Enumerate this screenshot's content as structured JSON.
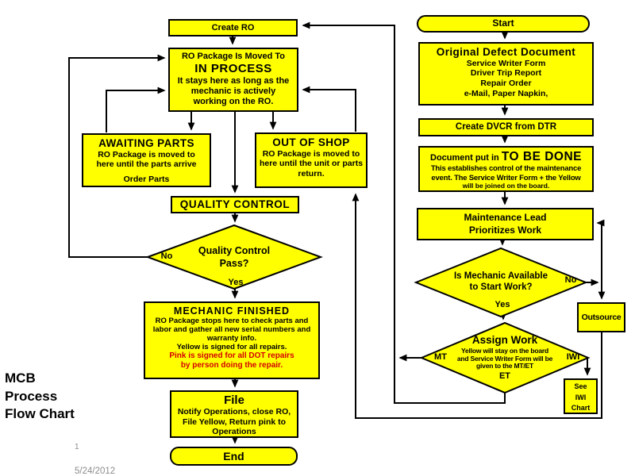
{
  "slide": {
    "title_lines": [
      "MCB",
      "Process",
      "Flow Chart"
    ],
    "page_number": "1",
    "date": "5/24/2012"
  },
  "colors": {
    "node_fill": "#FFFF00",
    "node_border": "#000000",
    "text": "#000000",
    "warning_text": "#D40000",
    "muted_text": "#8C8C8C",
    "background": "#FFFFFF"
  },
  "nodes": {
    "start": {
      "label": "Start"
    },
    "original_defect": {
      "title": "Original Defect Document",
      "lines": [
        "Service Writer Form",
        "Driver Trip Report",
        "Repair Order",
        "e-Mail, Paper Napkin,"
      ]
    },
    "create_dvcr": {
      "label": "Create DVCR from DTR"
    },
    "to_be_done": {
      "prefix": "Document put in ",
      "title": "TO BE DONE",
      "body_lines": [
        "This establishes control of the maintenance",
        "event. The Service Writer Form + the Yellow"
      ],
      "footnote": "will be joined on the board."
    },
    "maintenance_lead": {
      "lines": [
        "Maintenance Lead",
        "Prioritizes Work"
      ]
    },
    "mechanic_available": {
      "question_lines": [
        "Is Mechanic Available",
        "to Start Work?"
      ],
      "no_label": "No",
      "yes_label": "Yes"
    },
    "assign_work": {
      "title": "Assign Work",
      "body_lines": [
        "Yellow will stay on the board",
        "and Service Writer Form will be",
        "given to the MT/ET"
      ],
      "mt_label": "MT",
      "iwi_label": "IWI",
      "et_label": "ET"
    },
    "outsource": {
      "label": "Outsource"
    },
    "see_iwi": {
      "lines": [
        "See",
        "IWI",
        "Chart"
      ]
    },
    "create_ro": {
      "label": "Create RO"
    },
    "in_process": {
      "line1": "RO Package Is Moved To",
      "title": "IN PROCESS",
      "body_lines": [
        "It stays here as long as the",
        "mechanic is actively",
        "working on the RO."
      ]
    },
    "awaiting_parts": {
      "title": "AWAITING PARTS",
      "body_lines": [
        "RO Package is moved to",
        "here until the parts arrive"
      ],
      "footer": "Order Parts"
    },
    "out_of_shop": {
      "title": "OUT OF SHOP",
      "body_lines": [
        "RO Package is moved to",
        "here until the unit or parts",
        "return."
      ]
    },
    "quality_control": {
      "label": "QUALITY CONTROL"
    },
    "qc_pass": {
      "question_lines": [
        "Quality Control",
        "Pass?"
      ],
      "no_label": "No",
      "yes_label": "Yes"
    },
    "mechanic_finished": {
      "title": "MECHANIC FINISHED",
      "body_lines": [
        "RO Package stops here to check parts and",
        "labor and gather all new serial numbers and",
        "warranty info.",
        "Yellow is signed for all repairs."
      ],
      "warning_lines": [
        "Pink is signed for all DOT repairs",
        "by person doing the repair."
      ]
    },
    "file": {
      "title": "File",
      "body_lines": [
        "Notify Operations, close RO,",
        "File Yellow, Return pink to",
        "Operations"
      ]
    },
    "end": {
      "label": "End"
    }
  }
}
